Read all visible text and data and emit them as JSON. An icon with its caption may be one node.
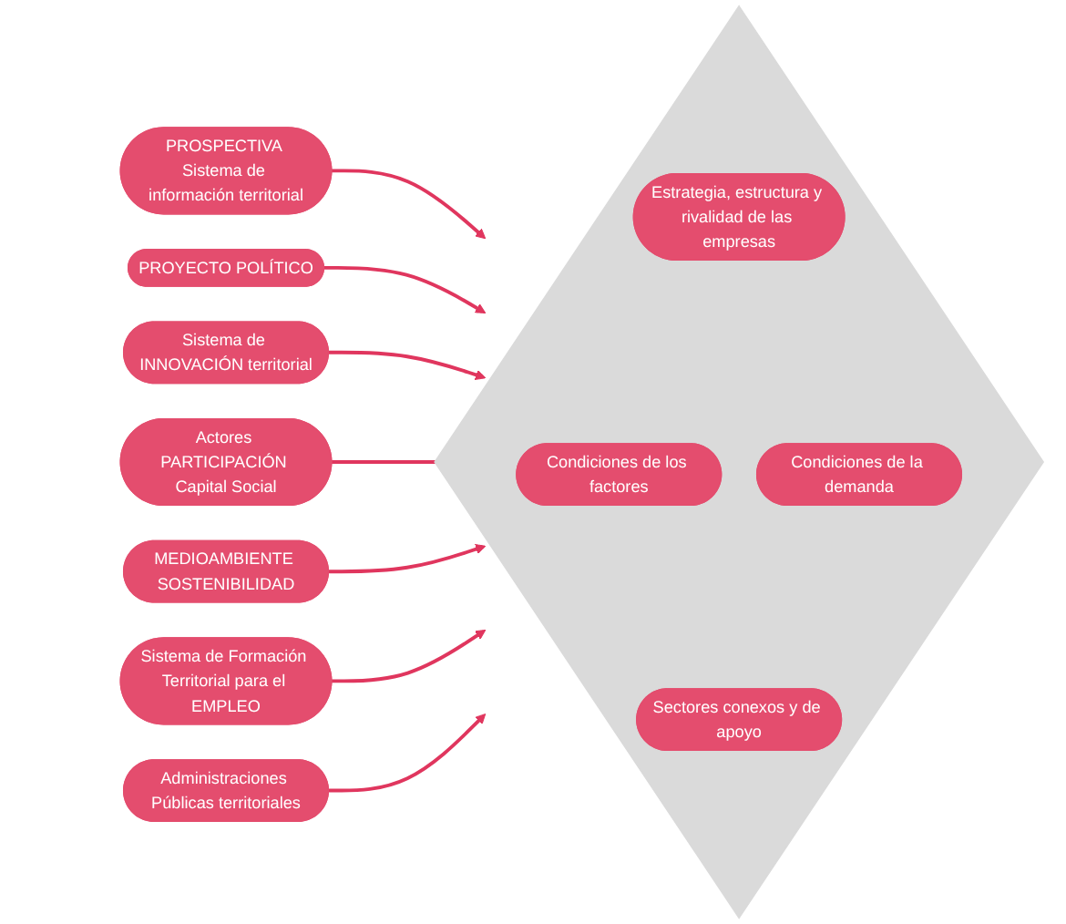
{
  "diagram": {
    "nodes": [
      {
        "text": [],
        "shape": "diamond"
      },
      {
        "text": [
          "PROSPECTIVA Sistema de información territorial"
        ]
      },
      {
        "text": [
          "PROYECTO POLÍTICO"
        ]
      },
      {
        "text": [
          "Sistema de INNOVACIÓN territorial"
        ]
      },
      {
        "text": [
          "Estrategia, estructura y rivalidad de las empresas"
        ],
        "in": 0
      },
      {
        "text": [
          "Actores PARTICIPACIÓN Capital Social"
        ]
      },
      {
        "text": [
          "Condiciones de los factores"
        ],
        "in": 0
      },
      {
        "text": [
          "Condiciones de la demanda"
        ],
        "in": 0
      },
      {
        "text": [
          "MEDIOAMBIENTE SOSTENIBILIDAD"
        ]
      },
      {
        "text": [
          "Sectores conexos y de apoyo"
        ],
        "in": 0
      },
      {
        "text": [
          "Sistema de Formación Territorial para el EMPLEO"
        ]
      },
      {
        "text": [
          "Administraciones Públicas territoriales"
        ]
      }
    ],
    "edges": [
      {
        "from": 1,
        "to": 0,
        "arrow": "to"
      },
      {
        "from": 2,
        "to": 0,
        "arrow": "to"
      },
      {
        "from": 3,
        "to": 0,
        "arrow": "to"
      },
      {
        "from": 5,
        "to": 0,
        "arrow": "to"
      },
      {
        "from": 8,
        "to": 0,
        "arrow": "to"
      },
      {
        "from": 10,
        "to": 0,
        "arrow": "to"
      },
      {
        "from": 11,
        "to": 0,
        "arrow": "to"
      }
    ]
  }
}
